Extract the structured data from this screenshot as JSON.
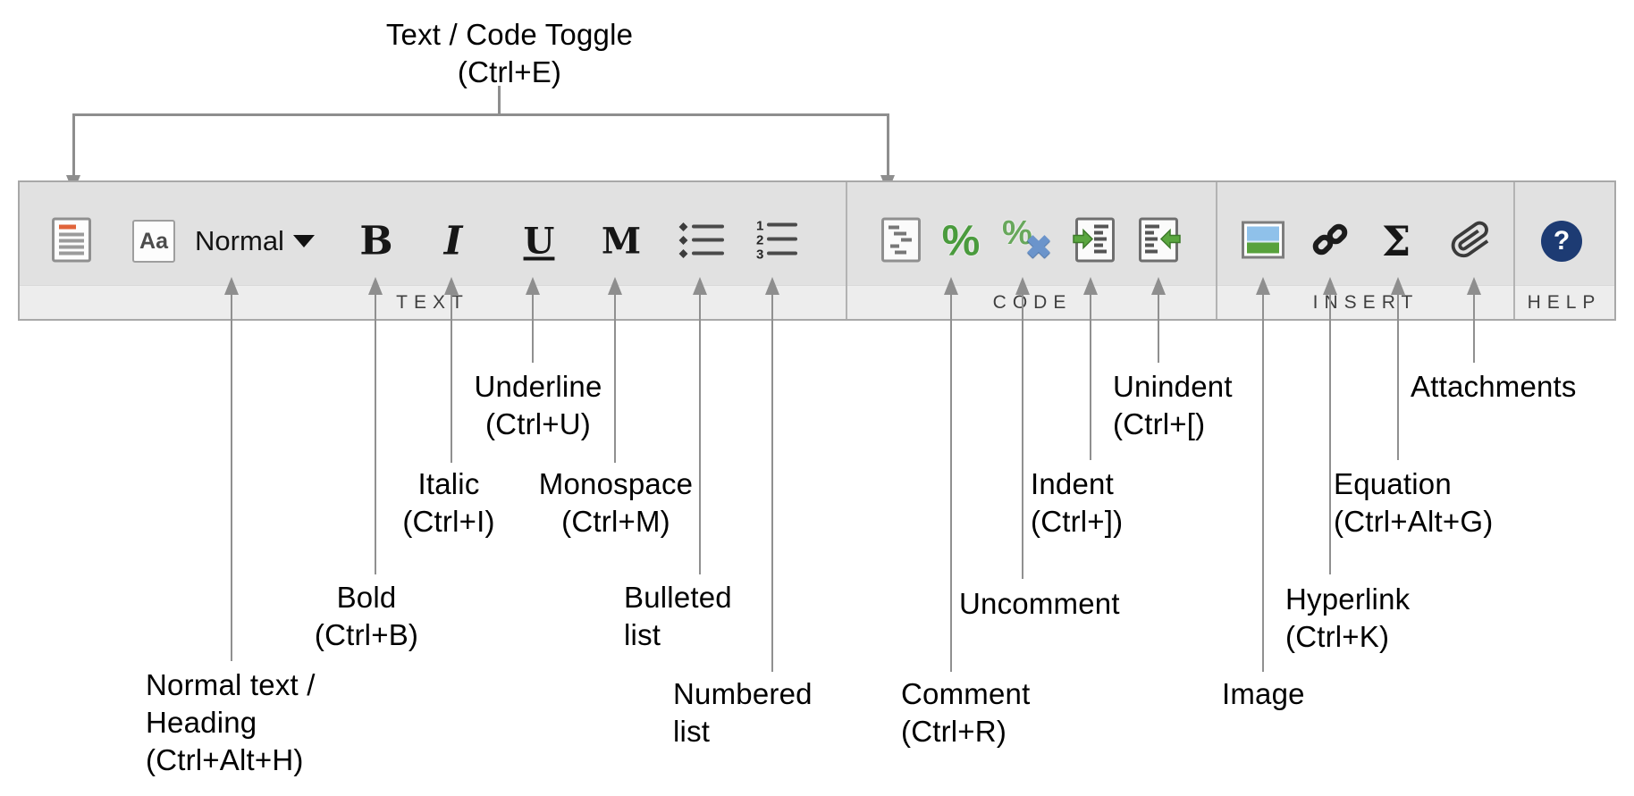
{
  "callouts": {
    "text_code_toggle": "Text / Code Toggle\n(Ctrl+E)",
    "normal_heading": "Normal text /\nHeading\n(Ctrl+Alt+H)",
    "bold": "Bold\n(Ctrl+B)",
    "italic": "Italic\n(Ctrl+I)",
    "underline": "Underline\n(Ctrl+U)",
    "monospace": "Monospace\n(Ctrl+M)",
    "bulleted_list": "Bulleted\nlist",
    "numbered_list": "Numbered\nlist",
    "comment": "Comment\n(Ctrl+R)",
    "uncomment": "Uncomment",
    "indent": "Indent\n(Ctrl+])",
    "unindent": "Unindent\n(Ctrl+[)",
    "image": "Image",
    "hyperlink": "Hyperlink\n(Ctrl+K)",
    "equation": "Equation\n(Ctrl+Alt+G)",
    "attachments": "Attachments"
  },
  "toolbar": {
    "sections": [
      {
        "name": "TEXT"
      },
      {
        "name": "CODE"
      },
      {
        "name": "INSERT"
      },
      {
        "name": "HELP"
      }
    ],
    "format_dropdown": {
      "value": "Normal"
    },
    "glyphs": {
      "font_style": "Aa",
      "bold": "B",
      "italic": "I",
      "underline": "U",
      "monospace": "M",
      "comment_percent": "%",
      "uncomment_percent": "%",
      "uncomment_x": "✖",
      "equation_sigma": "Σ",
      "help_question": "?"
    }
  },
  "colors": {
    "toolbar_bg": "#e1e1e1",
    "section_strip_bg": "#ededed",
    "toolbar_border": "#a8a8a8",
    "divider": "#b3b3b3",
    "connector_gray": "#8e8e8e",
    "comment_green": "#4a9b3d",
    "uncomment_x_blue": "#6b94cb",
    "accent_orange": "#e0643a",
    "help_navy": "#1d3b73",
    "image_sky_blue": "#8fc1ea",
    "image_grass_green": "#58a23c"
  }
}
